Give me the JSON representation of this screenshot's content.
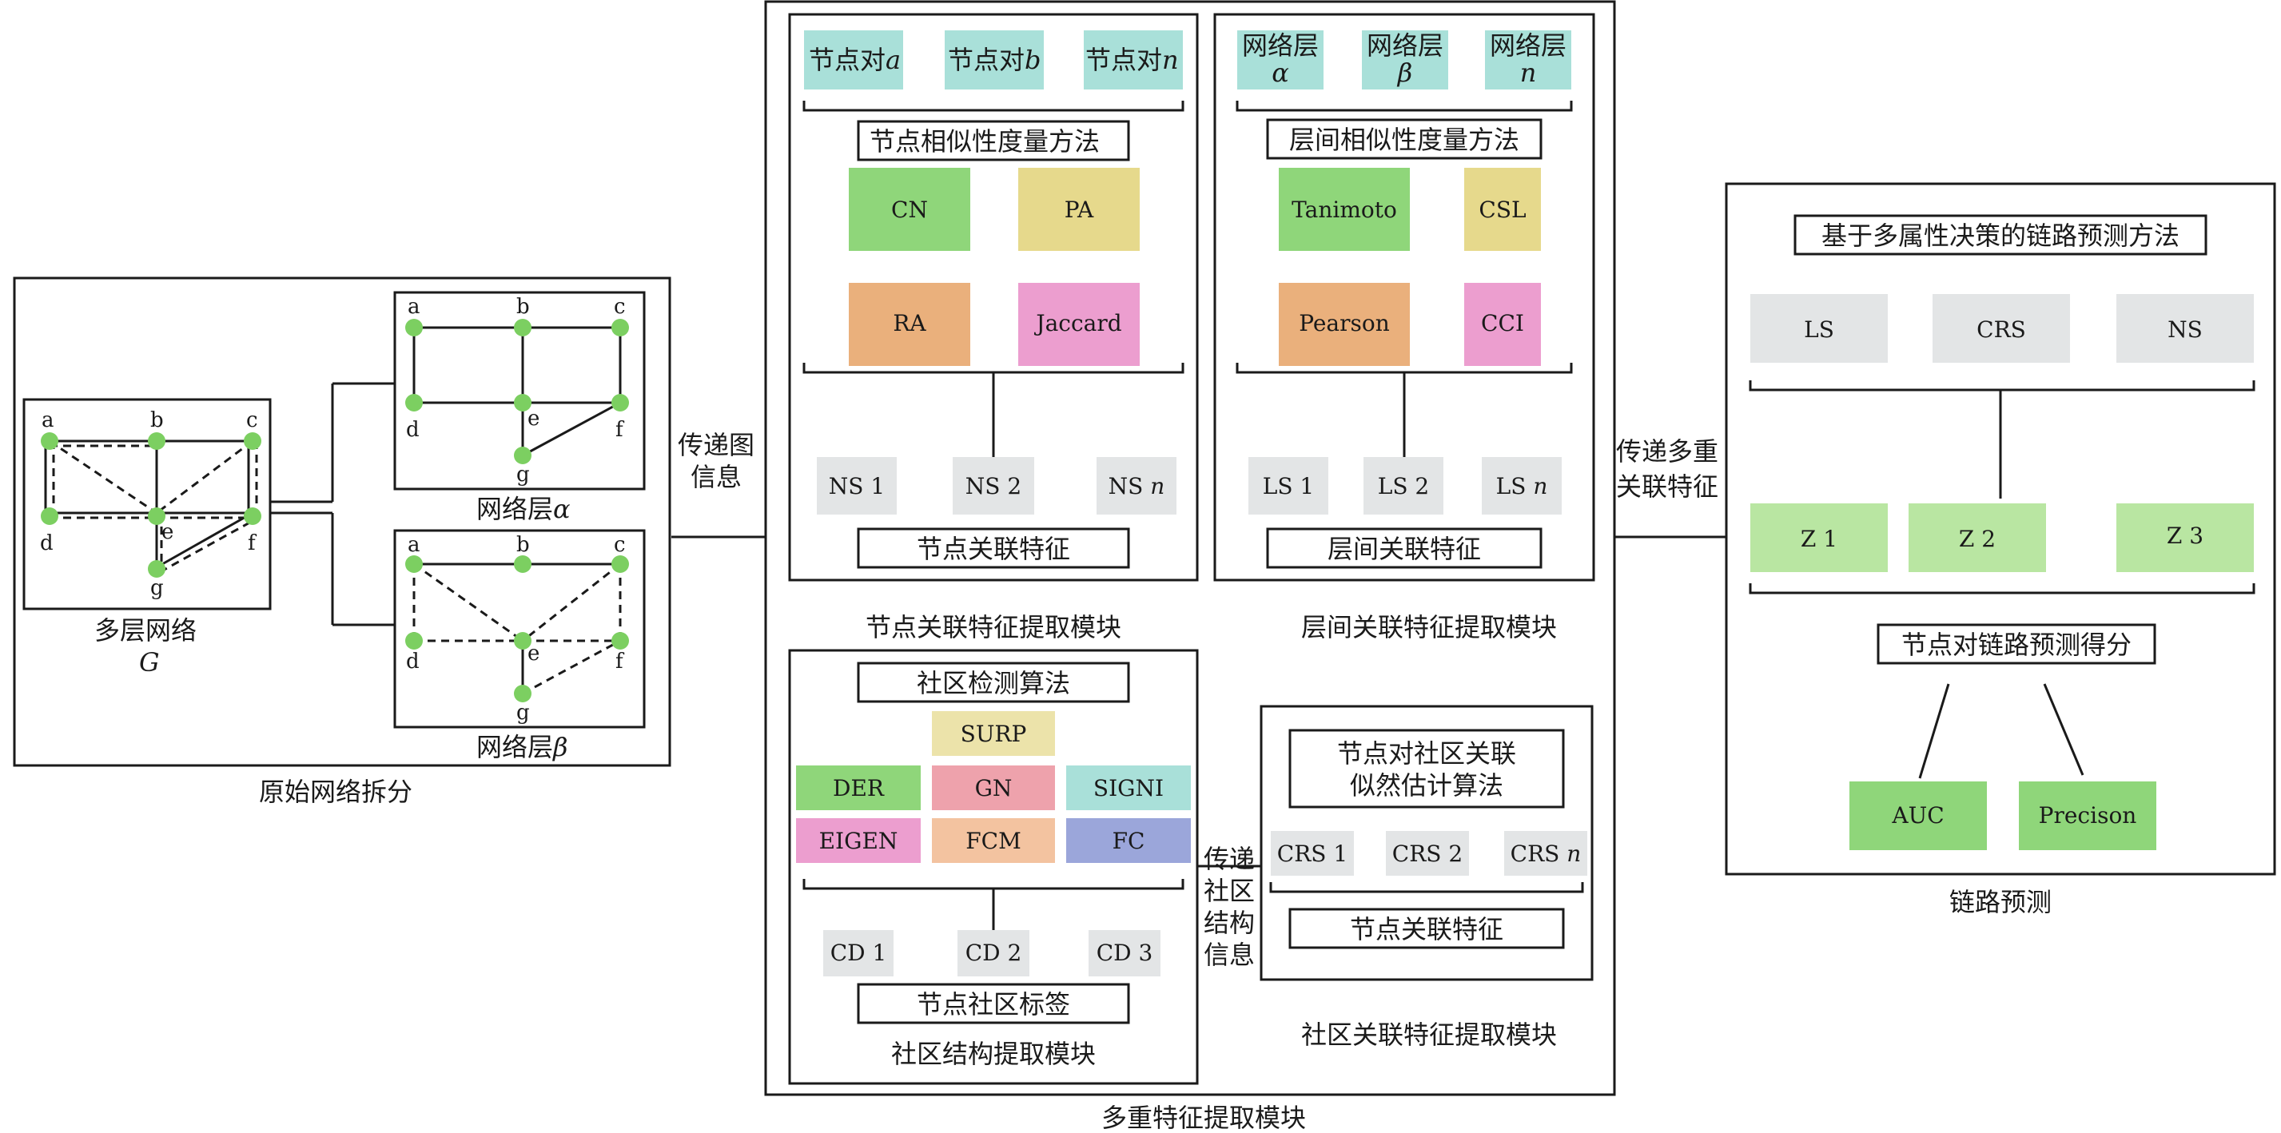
{
  "colors": {
    "node": "#7ccf61",
    "green": "#8fd67a",
    "light_green": "#b9e6a2",
    "yellow": "#e6d98c",
    "light_yellow": "#ece3aa",
    "orange": "#eab07c",
    "pink": "#ec9ecf",
    "red_pink": "#eea2ac",
    "teal": "#a9e0d9",
    "peach": "#f3c3a0",
    "blue_purple": "#9ba6da",
    "gray": "#e3e5e6"
  },
  "panel1": {
    "title": "原始网络拆分",
    "multilayer_label": "多层网络",
    "multilayer_symbol": "G",
    "alpha_label_prefix": "网络层",
    "alpha_symbol": "α",
    "beta_label_prefix": "网络层",
    "beta_symbol": "β",
    "nodes": [
      "a",
      "b",
      "c",
      "d",
      "e",
      "f",
      "g"
    ]
  },
  "arrow1": {
    "line1": "传递图",
    "line2": "信息"
  },
  "node_module": {
    "title": "节点关联特征提取模块",
    "pairs": [
      {
        "text": "节点对",
        "var": "a"
      },
      {
        "text": "节点对",
        "var": "b"
      },
      {
        "text": "节点对",
        "var": "n"
      }
    ],
    "method_title": "节点相似性度量方法",
    "methods": [
      "CN",
      "PA",
      "RA",
      "Jaccard"
    ],
    "outputs": [
      {
        "text": "NS 1",
        "var": ""
      },
      {
        "text": "NS 2",
        "var": ""
      },
      {
        "text": "NS ",
        "var": "n"
      }
    ],
    "footer": "节点关联特征"
  },
  "layer_module": {
    "title": "层间关联特征提取模块",
    "layers": [
      {
        "line1": "网络层",
        "var": "α"
      },
      {
        "line1": "网络层",
        "var": "β"
      },
      {
        "line1": "网络层",
        "var": "n"
      }
    ],
    "method_title": "层间相似性度量方法",
    "methods": [
      "Tanimoto",
      "CSL",
      "Pearson",
      "CCI"
    ],
    "outputs": [
      {
        "text": "LS 1",
        "var": ""
      },
      {
        "text": "LS 2",
        "var": ""
      },
      {
        "text": "LS ",
        "var": "n"
      }
    ],
    "footer": "层间关联特征"
  },
  "community_module": {
    "title": "社区结构提取模块",
    "algo_title": "社区检测算法",
    "algorithms": [
      "SURP",
      "DER",
      "GN",
      "SIGNI",
      "EIGEN",
      "FCM",
      "FC"
    ],
    "outputs": [
      "CD 1",
      "CD 2",
      "CD 3"
    ],
    "footer": "节点社区标签"
  },
  "arrow2": {
    "lines": [
      "传递",
      "社区",
      "结构",
      "信息"
    ]
  },
  "community_assoc_module": {
    "title": "社区关联特征提取模块",
    "algo_line1": "节点对社区关联",
    "algo_line2": "似然估计算法",
    "outputs": [
      {
        "text": "CRS 1",
        "var": ""
      },
      {
        "text": "CRS 2",
        "var": ""
      },
      {
        "text": "CRS ",
        "var": "n"
      }
    ],
    "footer": "节点关联特征"
  },
  "multi_module_title": "多重特征提取模块",
  "arrow3": {
    "line1": "传递多重",
    "line2": "关联特征"
  },
  "prediction": {
    "title": "链路预测",
    "method_title": "基于多属性决策的链路预测方法",
    "features": [
      "LS",
      "CRS",
      "NS"
    ],
    "z_values": [
      "Z 1",
      "Z 2",
      "Z 3"
    ],
    "score_title": "节点对链路预测得分",
    "metrics": [
      "AUC",
      "Precison"
    ]
  }
}
